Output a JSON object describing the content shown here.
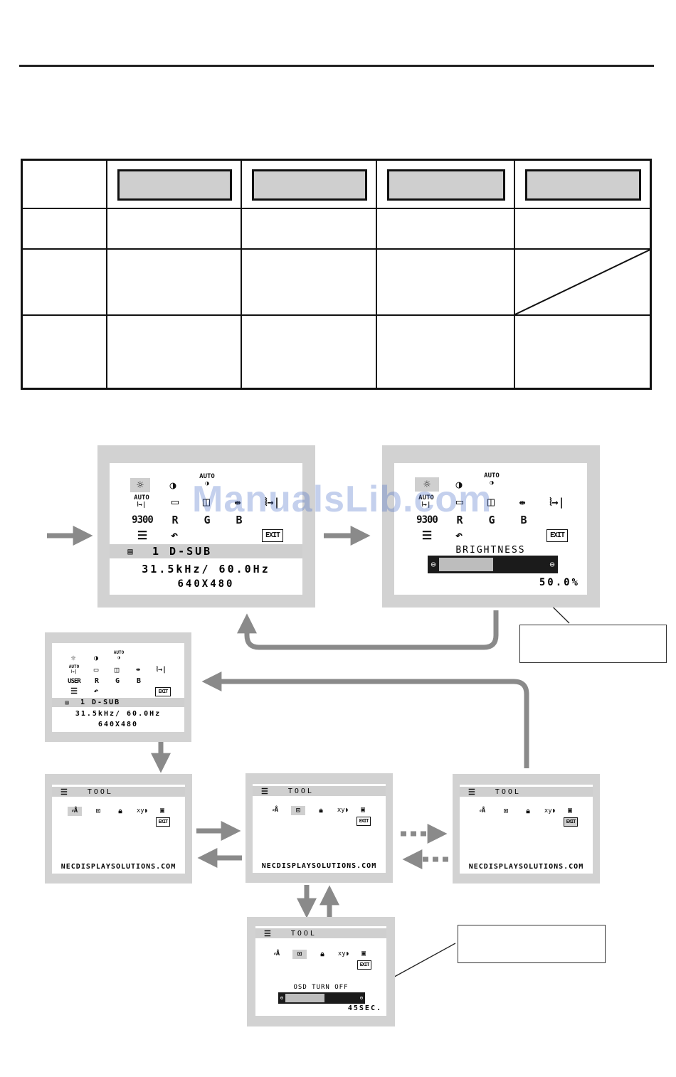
{
  "watermark": "ManualsLib.com",
  "screen_main": {
    "input_label": "1 D-SUB",
    "frequency": "31.5kHz/ 60.0Hz",
    "resolution": "640X480",
    "row3": [
      "9300",
      "R",
      "G",
      "B"
    ],
    "exit": "EXIT",
    "auto": "AUTO"
  },
  "screen_brightness": {
    "title": "BRIGHTNESS",
    "value": "50.0%",
    "level": 0.5,
    "row3": [
      "9300",
      "R",
      "G",
      "B"
    ],
    "exit": "EXIT",
    "auto": "AUTO"
  },
  "screen_small": {
    "input_label": "1 D-SUB",
    "frequency": "31.5kHz/ 60.0Hz",
    "resolution": "640X480",
    "row3": [
      "USER",
      "R",
      "G",
      "B"
    ],
    "exit": "EXIT",
    "auto": "AUTO"
  },
  "tool_screens": {
    "title": "TOOL",
    "url": "NECDISPLAYSOLUTIONS.COM",
    "exit": "EXIT",
    "xy": "xy"
  },
  "screen_osd_off": {
    "title": "TOOL",
    "label": "OSD TURN OFF",
    "value": "45SEC.",
    "exit": "EXIT",
    "xy": "xy"
  }
}
